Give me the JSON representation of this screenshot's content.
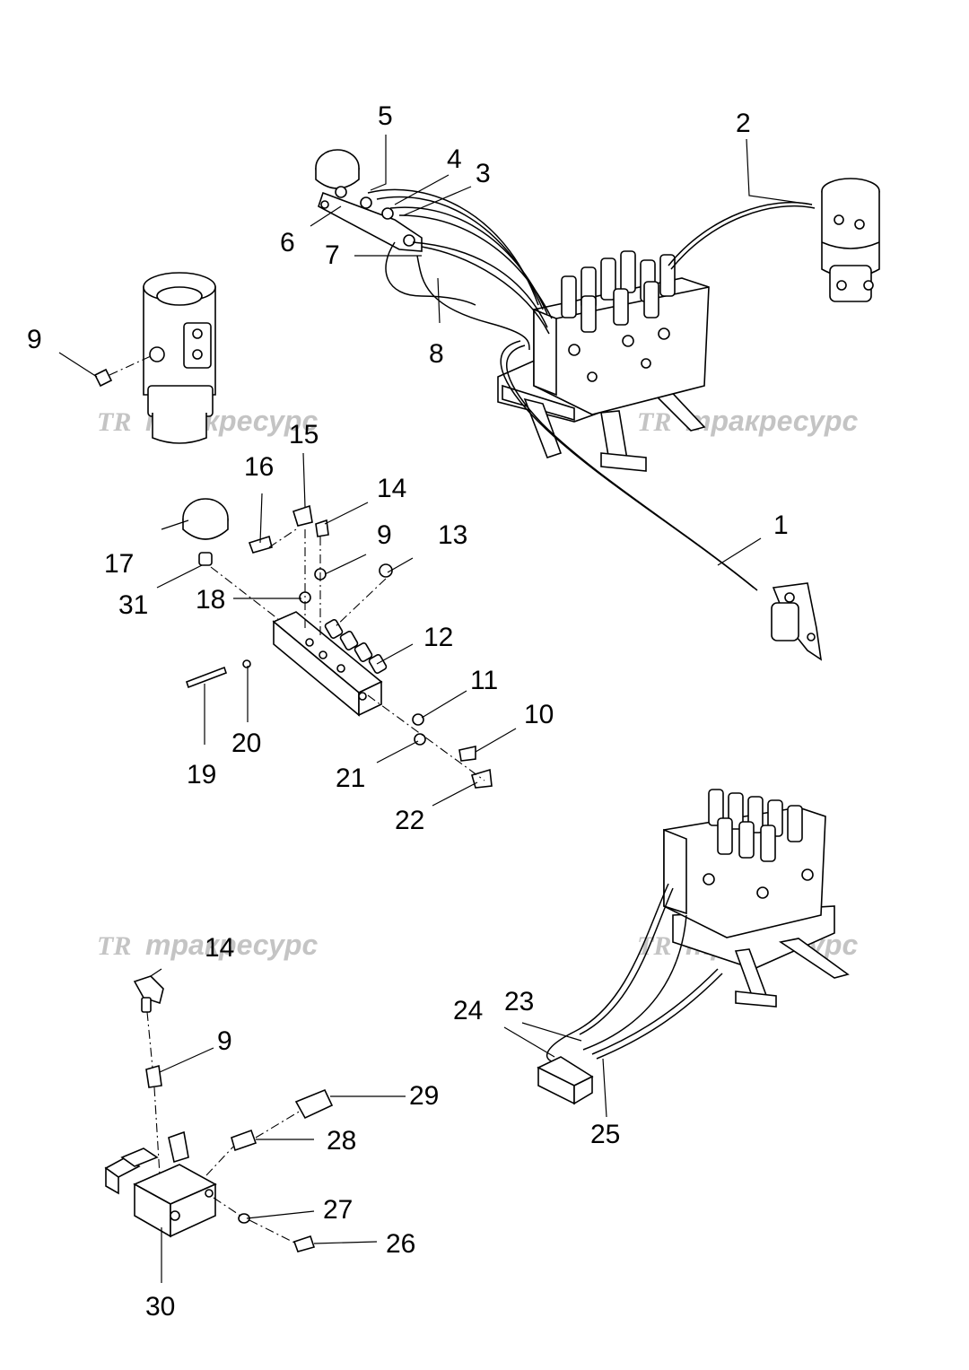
{
  "watermark": {
    "logo": "TR",
    "text": "тракресурс"
  },
  "callouts": {
    "n1": "1",
    "n2": "2",
    "n3": "3",
    "n4": "4",
    "n5": "5",
    "n6": "6",
    "n7": "7",
    "n8": "8",
    "n9a": "9",
    "n9b": "9",
    "n9c": "9",
    "n10": "10",
    "n11": "11",
    "n12": "12",
    "n13": "13",
    "n14a": "14",
    "n14b": "14",
    "n15": "15",
    "n16": "16",
    "n17": "17",
    "n18": "18",
    "n19": "19",
    "n20": "20",
    "n21": "21",
    "n22": "22",
    "n23": "23",
    "n24": "24",
    "n25": "25",
    "n26": "26",
    "n27": "27",
    "n28": "28",
    "n29": "29",
    "n30": "30",
    "n31": "31"
  }
}
